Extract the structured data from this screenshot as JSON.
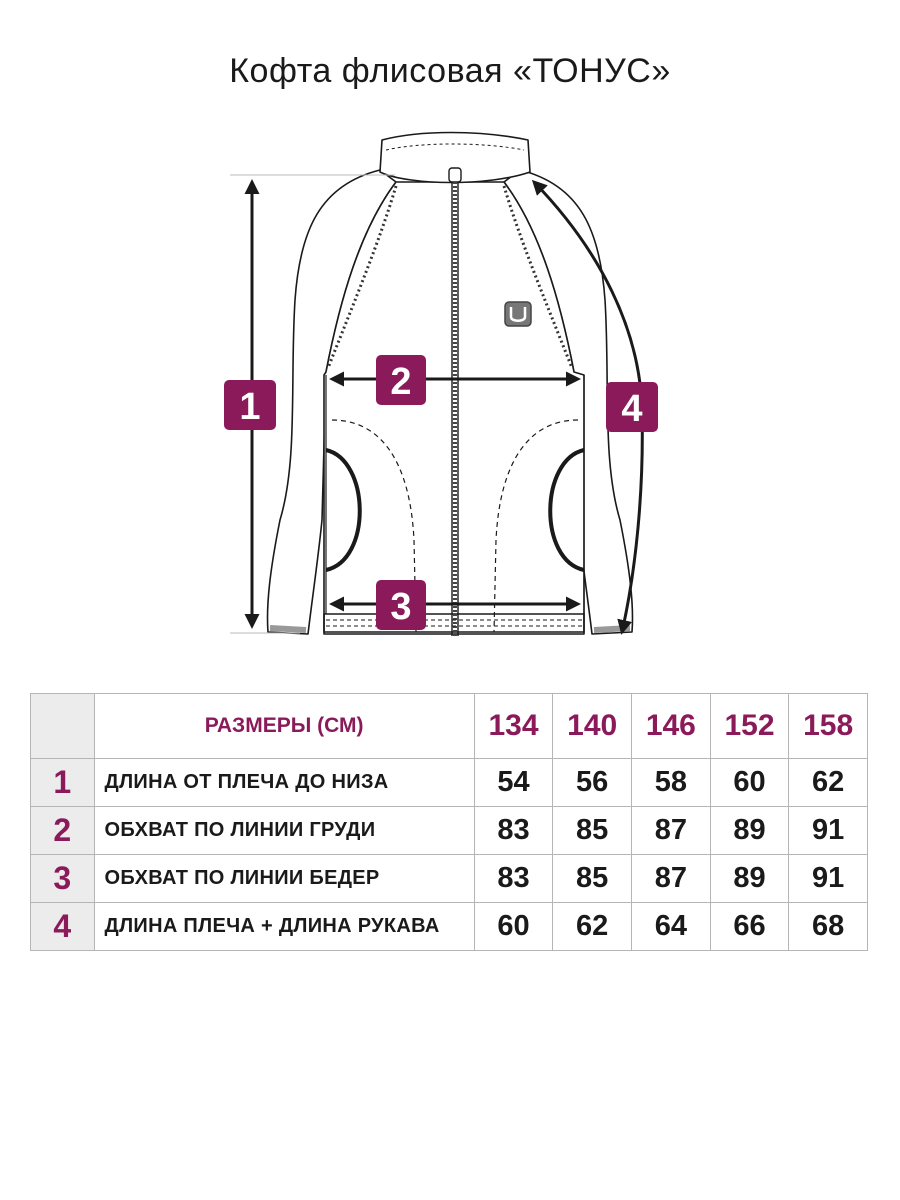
{
  "title": "Кофта флисовая «ТОНУС»",
  "colors": {
    "accent": "#8b1a5a",
    "line": "#1a1a1a",
    "table_border": "#b5b5b5",
    "table_shade": "#ececec"
  },
  "diagram": {
    "badge_icon": "u-logo-icon",
    "labels": [
      "1",
      "2",
      "3",
      "4"
    ]
  },
  "table": {
    "header_label": "РАЗМЕРЫ (СМ)",
    "sizes": [
      "134",
      "140",
      "146",
      "152",
      "158"
    ],
    "rows": [
      {
        "num": "1",
        "label": "ДЛИНА ОТ ПЛЕЧА ДО НИЗА",
        "values": [
          "54",
          "56",
          "58",
          "60",
          "62"
        ]
      },
      {
        "num": "2",
        "label": "ОБХВАТ ПО ЛИНИИ ГРУДИ",
        "values": [
          "83",
          "85",
          "87",
          "89",
          "91"
        ]
      },
      {
        "num": "3",
        "label": "ОБХВАТ ПО ЛИНИИ БЕДЕР",
        "values": [
          "83",
          "85",
          "87",
          "89",
          "91"
        ]
      },
      {
        "num": "4",
        "label": "ДЛИНА ПЛЕЧА + ДЛИНА РУКАВА",
        "values": [
          "60",
          "62",
          "64",
          "66",
          "68"
        ]
      }
    ]
  }
}
